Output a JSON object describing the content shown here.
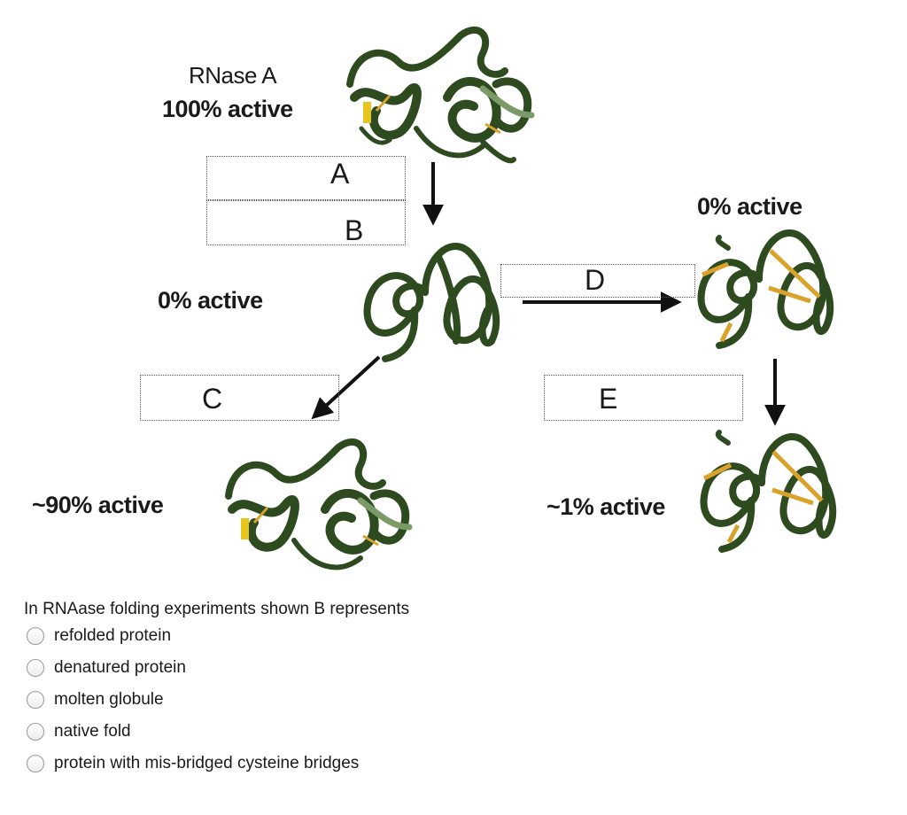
{
  "figure": {
    "native_label_line1": "RNase A",
    "native_label_line2": "100% active",
    "box_a": "A",
    "box_b": "B",
    "box_c": "C",
    "box_d": "D",
    "box_e": "E",
    "unfolded_label": "0% active",
    "misbridged_label": "0% active",
    "refolded_label": "~90% active",
    "scrambled_label": "~1% active",
    "colors": {
      "ribbon": "#2e4a1f",
      "ribbon_light": "#7a9a68",
      "disulfide": "#d9a22a",
      "arrow": "#111111"
    }
  },
  "question": {
    "text": "In RNAase folding experiments shown B represents",
    "options": [
      "refolded protein",
      "denatured protein",
      "molten globule",
      "native fold",
      "protein with mis-bridged cysteine bridges"
    ]
  }
}
